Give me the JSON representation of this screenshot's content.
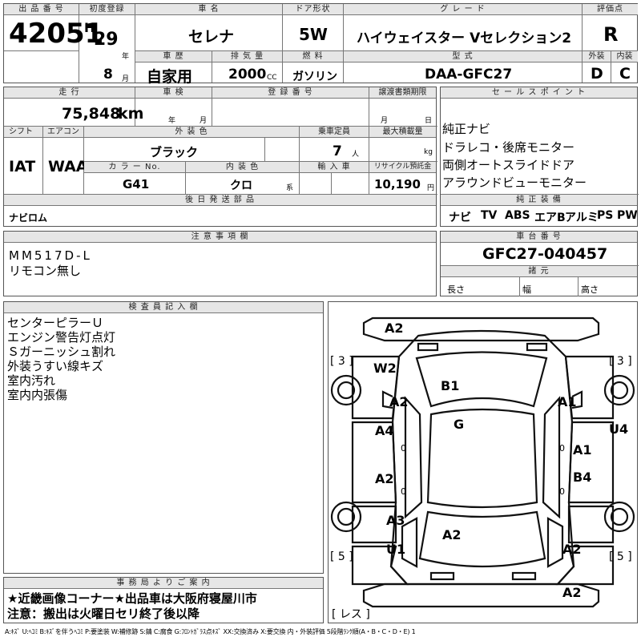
{
  "top": {
    "h_lot": "出 品 番 号",
    "lot_no": "42051",
    "h_first_reg": "初度登録",
    "era": "H",
    "year_val": "29",
    "year_unit": "年",
    "month_val": "8",
    "month_unit": "月",
    "h_car_name": "車 名",
    "car_name": "セレナ",
    "h_door": "ドア形状",
    "door": "5W",
    "h_grade": "グ レ ー ド",
    "grade": "ハイウェイスター Vセレクション2",
    "h_score": "評価点",
    "score": "R",
    "h_history": "車 歴",
    "history": "自家用",
    "h_displacement": "排 気 量",
    "displacement": "2000",
    "displacement_unit": "CC",
    "h_fuel": "燃 料",
    "fuel": "ガソリン",
    "h_model": "型 式",
    "model": "DAA-GFC27",
    "h_ext": "外装",
    "ext_score": "D",
    "h_int": "内装",
    "int_score": "C"
  },
  "mid": {
    "h_mileage": "走 行",
    "mileage": "75,848",
    "mileage_unit": "km",
    "h_inspection": "車 検",
    "insp_year": "年",
    "insp_month": "月",
    "h_reg_no": "登 録 番 号",
    "h_doc_deadline": "譲渡書類期限",
    "doc_month": "月",
    "doc_day": "日",
    "h_shift": "シフト",
    "shift": "IAT",
    "h_ac": "エアコン",
    "ac": "WAA",
    "h_ext_color": "外 装 色",
    "ext_color": "ブラック",
    "h_capacity": "乗車定員",
    "capacity": "7",
    "capacity_unit": "人",
    "h_max_load": "最大積載量",
    "max_load_unit": "kg",
    "h_color_no": "カ ラ ー No.",
    "color_no": "G41",
    "h_int_color": "内 装 色",
    "int_color": "クロ",
    "int_color_unit": "系",
    "h_import": "輸 入 車",
    "h_recycle": "リサイクル預託金",
    "recycle": "10,190",
    "recycle_unit": "円",
    "h_later_parts": "後 日 発 送 部 品",
    "later_parts": "ナビロム"
  },
  "sales": {
    "h_points": "セ ー ル ス ポ イ ン ト",
    "points": [
      "純正ナビ",
      "ドラレコ・後席モニター",
      "両側オートスライドドア",
      "アラウンドビューモニター"
    ],
    "h_equipment": "純 正 装 備",
    "equipment": [
      "ナビ",
      "TV",
      "ABS",
      "エアB",
      "アルミ",
      "PS",
      "PW"
    ]
  },
  "notes": {
    "h_notes": "注 意 事 項 欄",
    "lines": [
      "MM517D-L",
      "リモコン無し"
    ]
  },
  "chassis": {
    "h_chassis": "車 台 番 号",
    "chassis_no": "GFC27-040457",
    "h_specs": "諸 元",
    "length": "長さ",
    "width": "幅",
    "height": "高さ"
  },
  "inspector": {
    "h_inspector": "検 査 員 記 入 欄",
    "lines": [
      "センターピラーＵ",
      "エンジン警告灯点灯",
      "Ｓガーニッシュ割れ",
      "外装うすい線キズ",
      "室内汚れ",
      "室内内張傷"
    ]
  },
  "office": {
    "h_office": "事 務 局 よ り ご 案 内",
    "lines": [
      "★近畿画像コーナー★出品車は大阪府寝屋川市",
      "注意：搬出は火曜日セリ終了後以降"
    ]
  },
  "diagram": {
    "labels": [
      "A2",
      "W2",
      "B1",
      "A2",
      "A1",
      "U4",
      "G",
      "A4",
      "A1",
      "A2",
      "B4",
      "A3",
      "A2",
      "U1",
      "A2",
      "A2"
    ],
    "bracket_left_top": "[ 3 ]",
    "bracket_right_top": "[ 3 ]",
    "bracket_left_bot": "[ 5 ]",
    "bracket_right_bot": "[ 5 ]",
    "bracket_rear": "[ レス ]",
    "zeros": [
      "0",
      "0",
      "0",
      "0"
    ]
  },
  "legend": "A:ｷｽﾞ U:ﾍｺﾐ B:ｷｽﾞを伴うﾍｺﾐ P:要塗装 W:補修跡 S:錆 C:腐食 G:ﾌﾛﾝﾄｶﾞﾗｽ点ｷｽﾞ XX:交換済み X:要交換  内・外装評価 5段階ﾗﾝｸ順(A・B・C・D・E) 1"
}
